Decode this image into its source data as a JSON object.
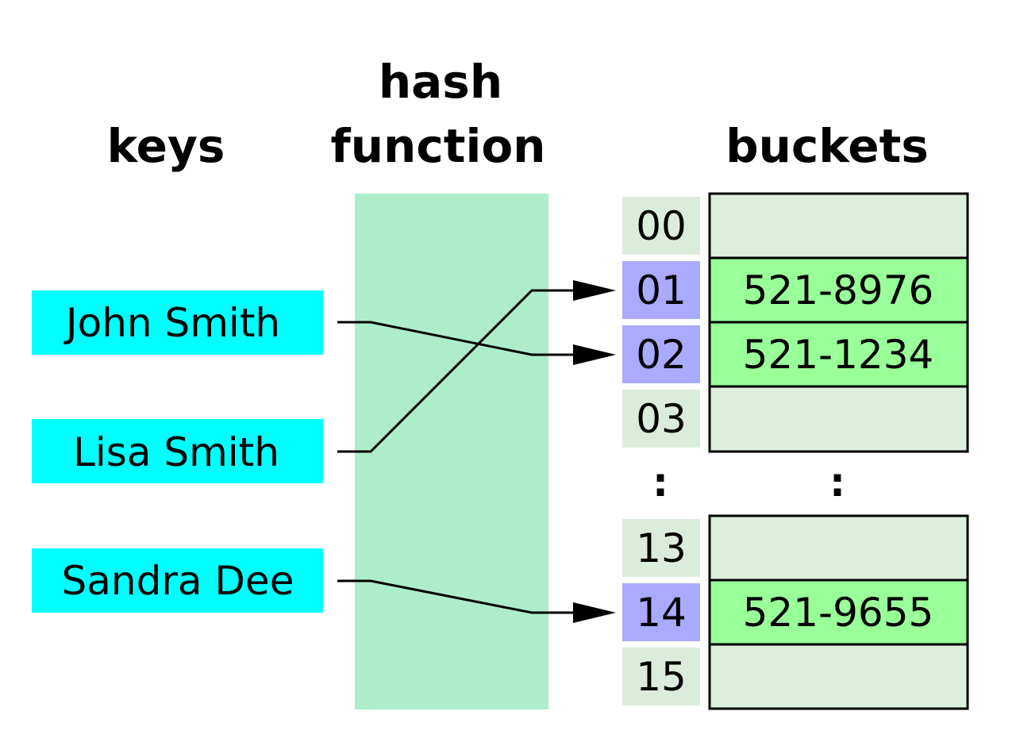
{
  "headings": {
    "keys": "keys",
    "hash_function_line1": "hash",
    "hash_function_line2": "function",
    "buckets": "buckets"
  },
  "keys": [
    "John Smith",
    "Lisa Smith",
    "Sandra Dee"
  ],
  "buckets": [
    {
      "index": "00",
      "value": "",
      "occupied": false
    },
    {
      "index": "01",
      "value": "521-8976",
      "occupied": true
    },
    {
      "index": "02",
      "value": "521-1234",
      "occupied": true
    },
    {
      "index": "03",
      "value": "",
      "occupied": false
    },
    {
      "index": "13",
      "value": "",
      "occupied": false
    },
    {
      "index": "14",
      "value": "521-9655",
      "occupied": true
    },
    {
      "index": "15",
      "value": "",
      "occupied": false
    }
  ],
  "ellipsis": {
    "index_column": ":",
    "bucket_column": ":"
  },
  "mappings": [
    {
      "key": "John Smith",
      "bucket": "02"
    },
    {
      "key": "Lisa Smith",
      "bucket": "01"
    },
    {
      "key": "Sandra Dee",
      "bucket": "14"
    }
  ],
  "colors": {
    "key_fill": "#00ffff",
    "hash_function_fill": "#aeedcc",
    "index_fill": "#dcecdc",
    "index_used_fill": "#aaaaff",
    "bucket_empty_fill": "#ddeedd",
    "bucket_used_fill": "#99ff99",
    "line_color": "#000000"
  }
}
